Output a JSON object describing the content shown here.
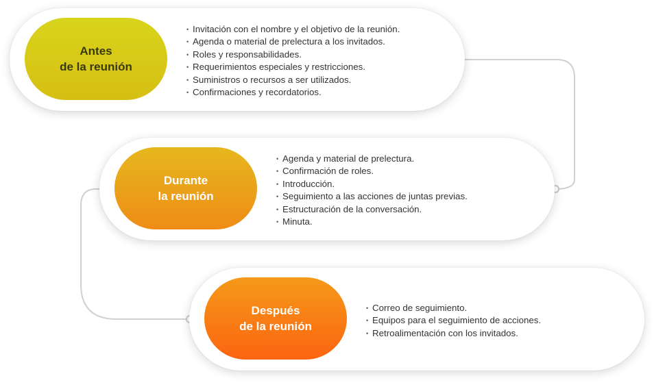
{
  "stages": [
    {
      "title_lines": [
        "Antes",
        "de la reunión"
      ],
      "items": [
        "Invitación con el nombre y el objetivo de la reunión.",
        "Agenda o material de prelectura a los invitados.",
        "Roles y responsabilidades.",
        "Requerimientos especiales y restricciones.",
        "Suministros o recursos a ser utilizados.",
        "Confirmaciones y recordatorios."
      ]
    },
    {
      "title_lines": [
        "Durante",
        "la reunión"
      ],
      "items": [
        "Agenda y material de prelectura.",
        "Confirmación de roles.",
        "Introducción.",
        "Seguimiento a las acciones de juntas previas.",
        "Estructuración de la conversación.",
        "Minuta."
      ]
    },
    {
      "title_lines": [
        "Después",
        "de la reunión"
      ],
      "items": [
        "Correo de seguimiento.",
        "Equipos para el seguimiento de acciones.",
        "Retroalimentación con los invitados."
      ]
    }
  ],
  "colors": {
    "stage_1": "#d8d41c",
    "stage_2": "#ee8c16",
    "stage_3": "#fc6410",
    "connector": "#d0d0d0"
  }
}
